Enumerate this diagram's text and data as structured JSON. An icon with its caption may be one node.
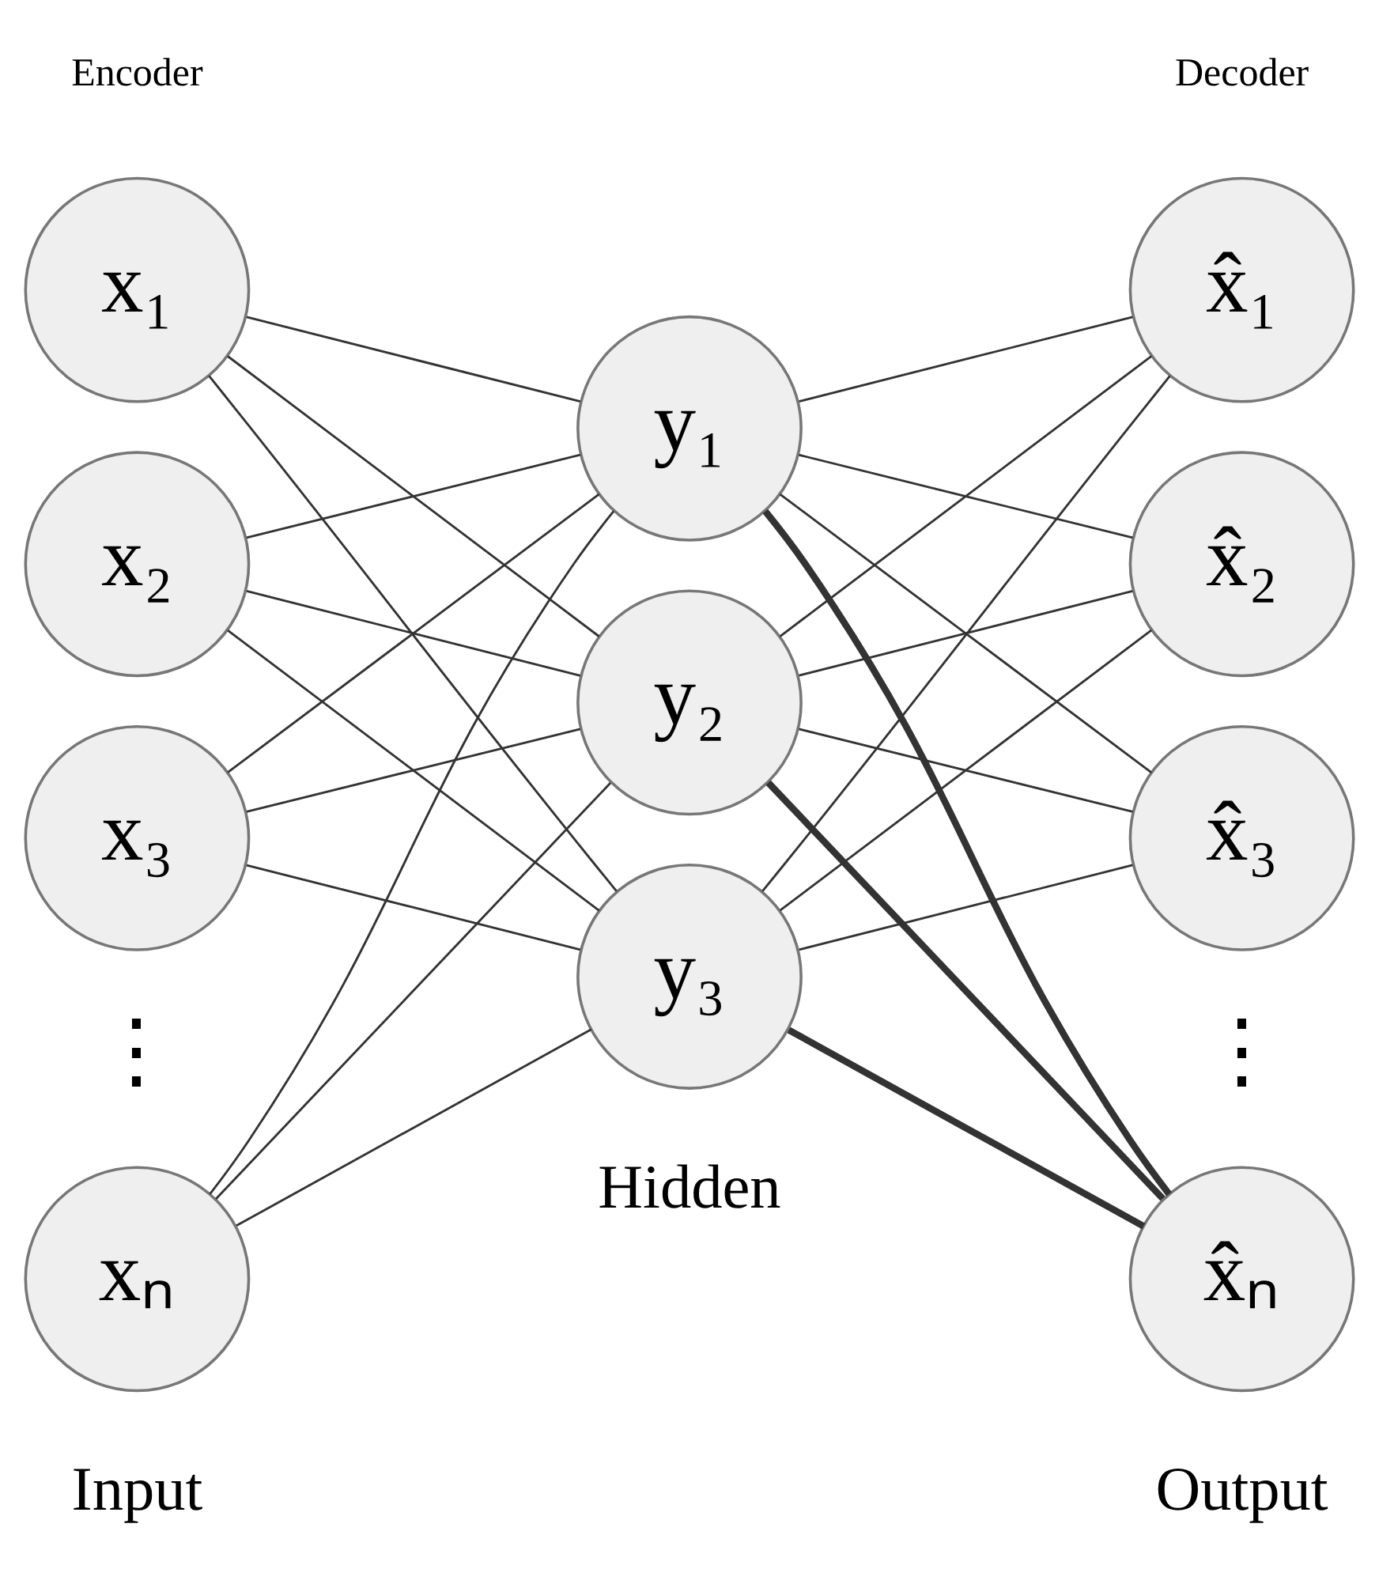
{
  "diagram": {
    "nodes": [
      {
        "text": [
          "x₁"
        ]
      },
      {
        "text": [
          "x₂"
        ]
      },
      {
        "text": [
          "x₃"
        ]
      },
      {
        "text": [
          "xₙ"
        ]
      },
      {
        "text": [
          "y₁"
        ]
      },
      {
        "text": [
          "y₂"
        ]
      },
      {
        "text": [
          "y₃"
        ]
      },
      {
        "text": [
          "x̂₁"
        ]
      },
      {
        "text": [
          "x̂₂"
        ]
      },
      {
        "text": [
          "x̂₃"
        ]
      },
      {
        "text": [
          "x̂ₙ"
        ]
      }
    ],
    "edges": [
      {
        "from": 0,
        "to": 4,
        "arrow": "none"
      },
      {
        "from": 0,
        "to": 5,
        "arrow": "none"
      },
      {
        "from": 0,
        "to": 6,
        "arrow": "none"
      },
      {
        "from": 1,
        "to": 4,
        "arrow": "none"
      },
      {
        "from": 1,
        "to": 5,
        "arrow": "none"
      },
      {
        "from": 1,
        "to": 6,
        "arrow": "none"
      },
      {
        "from": 2,
        "to": 4,
        "arrow": "none"
      },
      {
        "from": 2,
        "to": 5,
        "arrow": "none"
      },
      {
        "from": 2,
        "to": 6,
        "arrow": "none"
      },
      {
        "from": 3,
        "to": 4,
        "arrow": "none"
      },
      {
        "from": 3,
        "to": 5,
        "arrow": "none"
      },
      {
        "from": 3,
        "to": 6,
        "arrow": "none"
      },
      {
        "from": 4,
        "to": 7,
        "arrow": "none"
      },
      {
        "from": 4,
        "to": 8,
        "arrow": "none"
      },
      {
        "from": 4,
        "to": 9,
        "arrow": "none"
      },
      {
        "from": 4,
        "to": 10,
        "arrow": "none",
        "style": "thick"
      },
      {
        "from": 5,
        "to": 7,
        "arrow": "none"
      },
      {
        "from": 5,
        "to": 8,
        "arrow": "none"
      },
      {
        "from": 5,
        "to": 9,
        "arrow": "none"
      },
      {
        "from": 5,
        "to": 10,
        "arrow": "none",
        "style": "thick"
      },
      {
        "from": 6,
        "to": 7,
        "arrow": "none"
      },
      {
        "from": 6,
        "to": 8,
        "arrow": "none"
      },
      {
        "from": 6,
        "to": 9,
        "arrow": "none"
      },
      {
        "from": 6,
        "to": 10,
        "arrow": "none",
        "style": "thick"
      }
    ],
    "labels": [
      "Encoder",
      "Decoder",
      "⋮",
      "⋮",
      "Hidden",
      "Input",
      "Output"
    ]
  }
}
